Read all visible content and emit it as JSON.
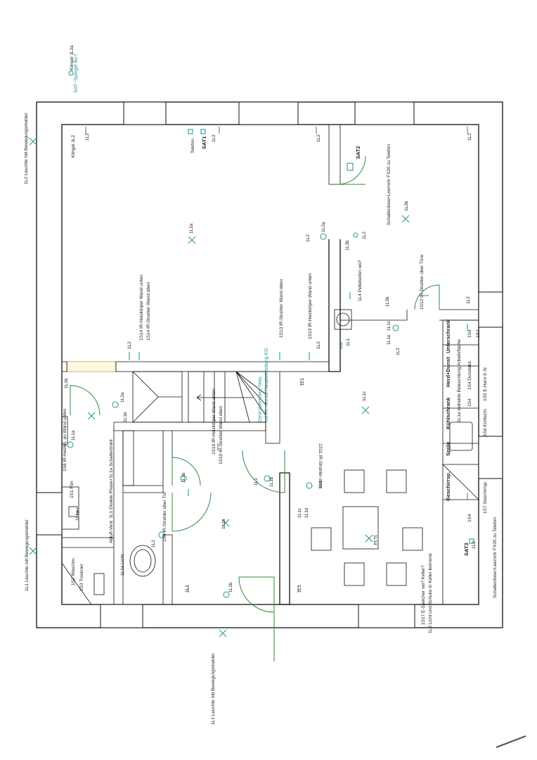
{
  "labels": {
    "klingel_top": "Klingel 1L2a",
    "sat_spiegel": "SAT−Spiegel wo?",
    "l2_leuchte": "1L2 Leuchte mit Bewegungsmelder",
    "l1_leuchte_left": "1L1 Leuchte mit Bewegungsmelder",
    "l1_leuchte_bottom": "1L1 Leuchte mit Bewegungsmelder",
    "klingel_inner": "Klingel 1L2",
    "l2_a": "1L2",
    "telefon": "Telefon",
    "sat1": "SAT1",
    "l2_b": "1L2",
    "l2_c": "1L2",
    "l2_d": "1L2",
    "sat2": "SAT2",
    "schalterdose_fx20_top": "Schalterdose+Leerrohr FX20 zu Telefon",
    "l2b_right": "1L2b",
    "l2a_center": "1L2a",
    "l2a_door": "1L2a",
    "l2b_door": "1L2b",
    "l2_door": "1L2",
    "l4_pellet": "1L4 Pelletsofen wo?",
    "s12": "1S12 IR-Strahler über Türe",
    "l2b_kitchen": "1L2b",
    "l2_kitchen": "1L2",
    "l1c_kitchen": "1L1c",
    "l1e_kitchen": "1L1e",
    "l2_kitchen2": "1L2",
    "l1_kitchen": "1L1",
    "s14a": "1S14 IR-Heizkörper Wand unten",
    "s14b": "1S14 IR-Strahler Wand oben",
    "s13a": "1S13 IR-Strahler Wand oben",
    "s13b": "1S13 IR-Heizkörper Wand unten",
    "l2_s13": "1L2",
    "l2_left": "1L2",
    "zentralverteiler": "Zentralverteiler, Netz,",
    "zentralverteiler2": "mit FI, neu zu Hauptverteilung KG",
    "l1c_stair": "1L1c",
    "l1_stair": "1L1",
    "l1b_stair": "1L1b",
    "l2a_stair": "1L2a",
    "l1a_left": "1L1a",
    "s8": "1S8 IR-Heizkö. an Wand unten",
    "abluft": "Abluft-Vent. 1L1 Direkte Phase+1L1a Schalterdraht",
    "s10a": "1S10 IR-Heizkörper Wand unten",
    "s10b": "1S10 IR-Strahler Wand oben",
    "s11": "1S11 IR-Strahler oben",
    "s1": "1S1 Fön",
    "l1a_bath": "1L1a",
    "l1b_bath": "1L1b",
    "s9": "1S9 IR-Strahler über Tür",
    "l1a_licht": "1L1a Licht",
    "l1_bath": "1L1",
    "l1b_bath2": "1L1b",
    "s2": "1S2 Waschm.",
    "s3": "1S3 Trockner",
    "l1_hall": "1L1",
    "l1b_hall": "1L1b",
    "l1_lower": "1L1",
    "l1c_dining": "1L1c",
    "l1d_dining": "1L1d",
    "l1_dining": "1L1",
    "l1b_dining": "1L1b",
    "l1d_table": "1L1d",
    "sat3": "SAT3",
    "l2_sat3": "1L2",
    "schalterdose_fx20_bottom": "Schalterdose+Leerrohr FX20 zu Telefon",
    "s17": "1S17 E-Speicher wo? Keller?",
    "l3": "1L3 Licht und Schuko in Keller bohrend",
    "s7": "1S7 Geschirrsp.",
    "s6": "1S6 Kühlschr.",
    "s5": "1S5 E-Herd 3~N",
    "s4_a": "1S4",
    "s4_b": "1S4",
    "s4_c": "1S4",
    "s4_d": "1S4 Dunstabz.",
    "l1e_kueche": "1L1e indirekte Beleuchtung Arbeitsfläche",
    "s4_e": "1S4",
    "kitchen_headers": [
      "Geschirrsp.",
      "Spüle",
      "Kühlschrank",
      "Herd+Dunst",
      "Unterschrank"
    ]
  },
  "colors": {
    "symbol": "#2a9a9a",
    "door": "#2f8a3a",
    "wall": "#111111"
  }
}
